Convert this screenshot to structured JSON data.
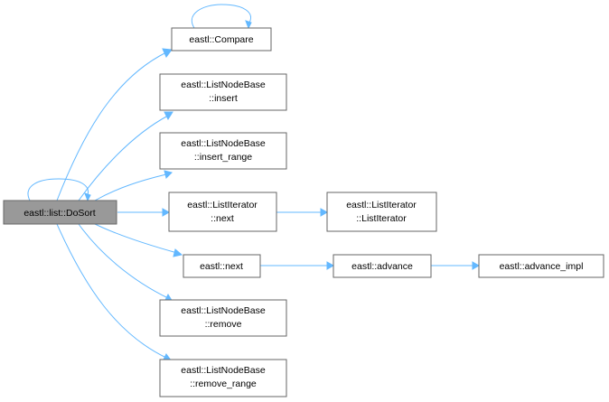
{
  "graph": {
    "root": {
      "lines": [
        "eastl::list::DoSort"
      ]
    },
    "nodes": {
      "compare": {
        "lines": [
          "eastl::Compare"
        ]
      },
      "insert": {
        "lines": [
          "eastl::ListNodeBase",
          "::insert"
        ]
      },
      "insert_range": {
        "lines": [
          "eastl::ListNodeBase",
          "::insert_range"
        ]
      },
      "iter_next": {
        "lines": [
          "eastl::ListIterator",
          "::next"
        ]
      },
      "iter_ctor": {
        "lines": [
          "eastl::ListIterator",
          "::ListIterator"
        ]
      },
      "next": {
        "lines": [
          "eastl::next"
        ]
      },
      "advance": {
        "lines": [
          "eastl::advance"
        ]
      },
      "advance_impl": {
        "lines": [
          "eastl::advance_impl"
        ]
      },
      "remove": {
        "lines": [
          "eastl::ListNodeBase",
          "::remove"
        ]
      },
      "remove_range": {
        "lines": [
          "eastl::ListNodeBase",
          "::remove_range"
        ]
      }
    },
    "colors": {
      "edge": "#63b8ff",
      "root_fill": "#999999",
      "border": "#666666"
    }
  }
}
